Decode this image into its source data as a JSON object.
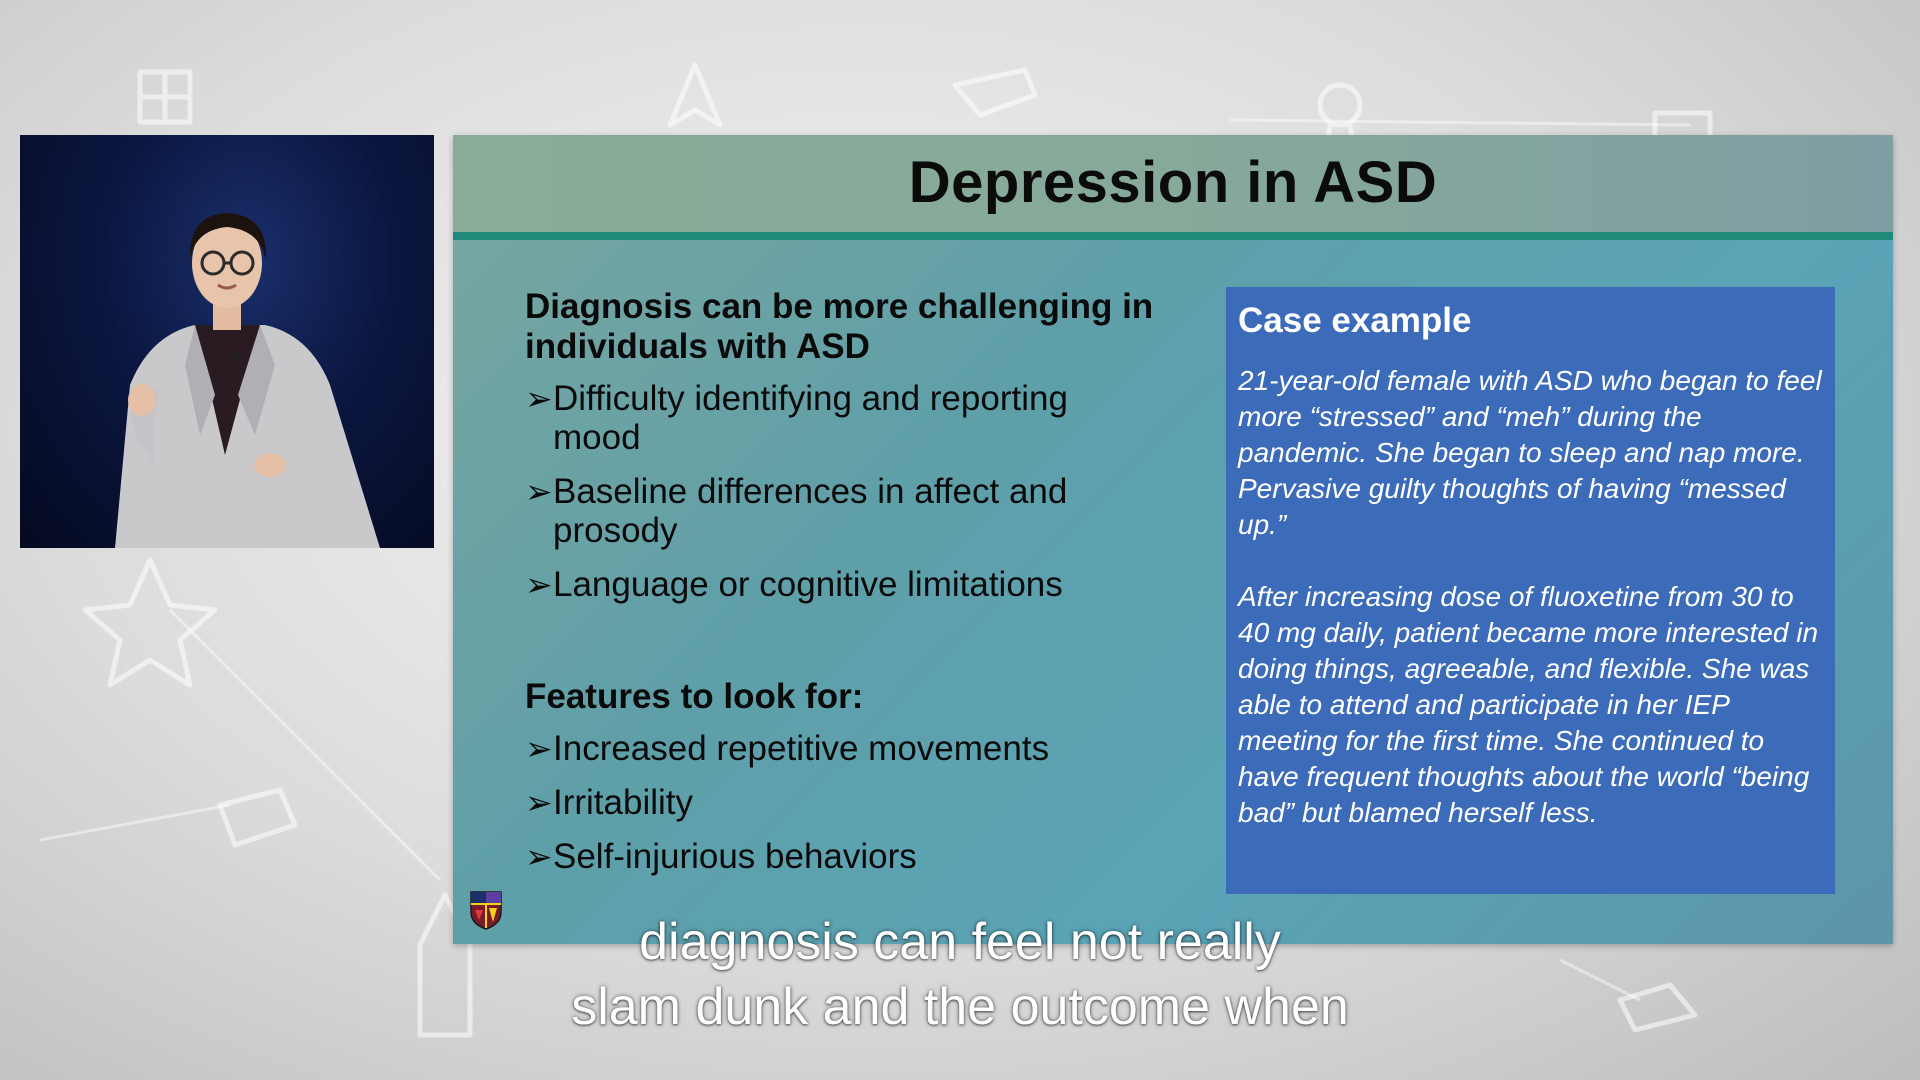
{
  "slide": {
    "title": "Depression in ASD",
    "diagnosis_heading": "Diagnosis can be more challenging in individuals with ASD",
    "diagnosis_bullets": [
      "Difficulty identifying and reporting mood",
      "Baseline differences in affect and prosody",
      "Language or cognitive limitations"
    ],
    "features_heading": "Features to look for:",
    "features_bullets": [
      "Increased repetitive movements",
      "Irritability",
      "Self-injurious behaviors"
    ],
    "bullet_glyph": "➢",
    "case_example": {
      "title": "Case example",
      "paragraph_1": "21-year-old female with ASD who began to feel more “stressed” and “meh” during the pandemic. She began to sleep and nap more. Pervasive guilty thoughts of having “messed up.”",
      "paragraph_2": "After increasing dose of fluoxetine from 30 to 40 mg daily, patient became more interested in doing things, agreeable, and flexible. She was able to attend and participate in her IEP meeting for the first time. She continued to have frequent thoughts about the world “being bad” but blamed herself less."
    },
    "logo_icon": "institution-shield-icon"
  },
  "captions": {
    "line_1": "diagnosis can feel not really",
    "line_2": "slam dunk and the outcome when"
  },
  "colors": {
    "header_rule": "#1f8a79",
    "case_box": "#3b6bb9",
    "title_text": "#0b0b0b"
  }
}
